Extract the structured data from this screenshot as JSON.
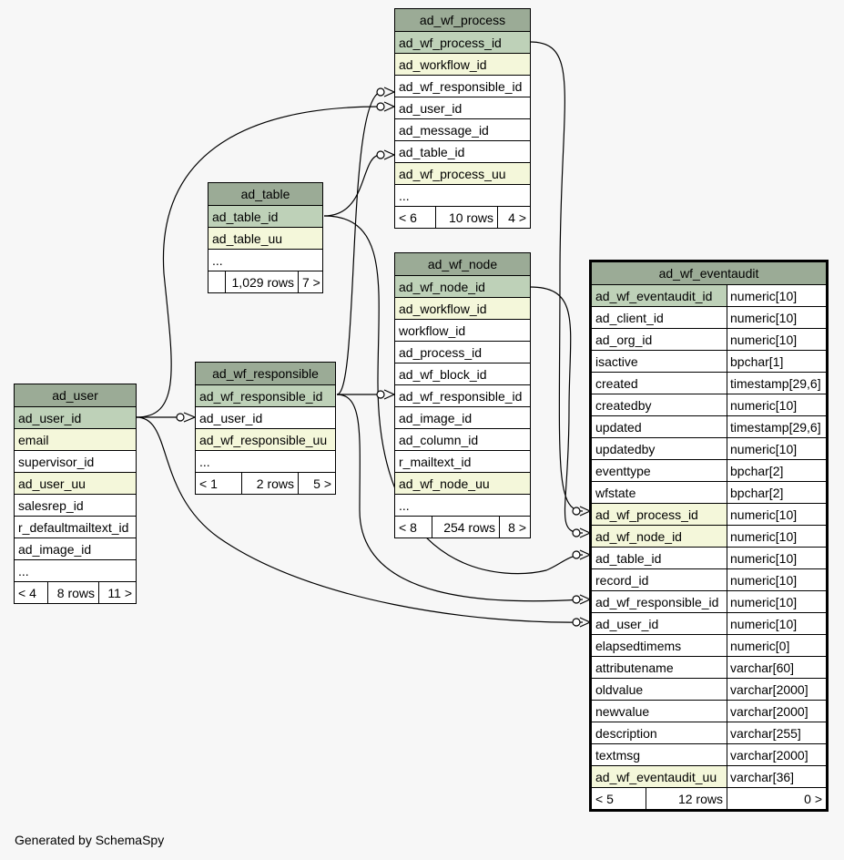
{
  "footer": "Generated by SchemaSpy",
  "tables": {
    "ad_wf_process": {
      "name": "ad_wf_process",
      "columns": [
        {
          "name": "ad_wf_process_id",
          "kind": "pk"
        },
        {
          "name": "ad_workflow_id",
          "kind": "idx"
        },
        {
          "name": "ad_wf_responsible_id",
          "kind": "plain"
        },
        {
          "name": "ad_user_id",
          "kind": "plain"
        },
        {
          "name": "ad_message_id",
          "kind": "plain"
        },
        {
          "name": "ad_table_id",
          "kind": "plain"
        },
        {
          "name": "ad_wf_process_uu",
          "kind": "idx"
        },
        {
          "name": "...",
          "kind": "plain"
        }
      ],
      "parents": "< 6",
      "rows": "10 rows",
      "children": "4 >"
    },
    "ad_table": {
      "name": "ad_table",
      "columns": [
        {
          "name": "ad_table_id",
          "kind": "pk"
        },
        {
          "name": "ad_table_uu",
          "kind": "idx"
        },
        {
          "name": "...",
          "kind": "plain"
        }
      ],
      "parents": "",
      "rows": "1,029 rows",
      "children": "7 >"
    },
    "ad_wf_node": {
      "name": "ad_wf_node",
      "columns": [
        {
          "name": "ad_wf_node_id",
          "kind": "pk"
        },
        {
          "name": "ad_workflow_id",
          "kind": "idx"
        },
        {
          "name": "workflow_id",
          "kind": "plain"
        },
        {
          "name": "ad_process_id",
          "kind": "plain"
        },
        {
          "name": "ad_wf_block_id",
          "kind": "plain"
        },
        {
          "name": "ad_wf_responsible_id",
          "kind": "plain"
        },
        {
          "name": "ad_image_id",
          "kind": "plain"
        },
        {
          "name": "ad_column_id",
          "kind": "plain"
        },
        {
          "name": "r_mailtext_id",
          "kind": "plain"
        },
        {
          "name": "ad_wf_node_uu",
          "kind": "idx"
        },
        {
          "name": "...",
          "kind": "plain"
        }
      ],
      "parents": "< 8",
      "rows": "254 rows",
      "children": "8 >"
    },
    "ad_wf_responsible": {
      "name": "ad_wf_responsible",
      "columns": [
        {
          "name": "ad_wf_responsible_id",
          "kind": "pk"
        },
        {
          "name": "ad_user_id",
          "kind": "plain"
        },
        {
          "name": "ad_wf_responsible_uu",
          "kind": "idx"
        },
        {
          "name": "...",
          "kind": "plain"
        }
      ],
      "parents": "< 1",
      "rows": "2 rows",
      "children": "5 >"
    },
    "ad_user": {
      "name": "ad_user",
      "columns": [
        {
          "name": "ad_user_id",
          "kind": "pk"
        },
        {
          "name": "email",
          "kind": "idx"
        },
        {
          "name": "supervisor_id",
          "kind": "plain"
        },
        {
          "name": "ad_user_uu",
          "kind": "idx"
        },
        {
          "name": "salesrep_id",
          "kind": "plain"
        },
        {
          "name": "r_defaultmailtext_id",
          "kind": "plain"
        },
        {
          "name": "ad_image_id",
          "kind": "plain"
        },
        {
          "name": "...",
          "kind": "plain"
        }
      ],
      "parents": "< 4",
      "rows": "8 rows",
      "children": "11 >"
    },
    "ad_wf_eventaudit": {
      "name": "ad_wf_eventaudit",
      "columns": [
        {
          "name": "ad_wf_eventaudit_id",
          "type": "numeric[10]",
          "kind": "pk"
        },
        {
          "name": "ad_client_id",
          "type": "numeric[10]",
          "kind": "plain"
        },
        {
          "name": "ad_org_id",
          "type": "numeric[10]",
          "kind": "plain"
        },
        {
          "name": "isactive",
          "type": "bpchar[1]",
          "kind": "plain"
        },
        {
          "name": "created",
          "type": "timestamp[29,6]",
          "kind": "plain"
        },
        {
          "name": "createdby",
          "type": "numeric[10]",
          "kind": "plain"
        },
        {
          "name": "updated",
          "type": "timestamp[29,6]",
          "kind": "plain"
        },
        {
          "name": "updatedby",
          "type": "numeric[10]",
          "kind": "plain"
        },
        {
          "name": "eventtype",
          "type": "bpchar[2]",
          "kind": "plain"
        },
        {
          "name": "wfstate",
          "type": "bpchar[2]",
          "kind": "plain"
        },
        {
          "name": "ad_wf_process_id",
          "type": "numeric[10]",
          "kind": "idx"
        },
        {
          "name": "ad_wf_node_id",
          "type": "numeric[10]",
          "kind": "idx"
        },
        {
          "name": "ad_table_id",
          "type": "numeric[10]",
          "kind": "plain"
        },
        {
          "name": "record_id",
          "type": "numeric[10]",
          "kind": "plain"
        },
        {
          "name": "ad_wf_responsible_id",
          "type": "numeric[10]",
          "kind": "plain"
        },
        {
          "name": "ad_user_id",
          "type": "numeric[10]",
          "kind": "plain"
        },
        {
          "name": "elapsedtimems",
          "type": "numeric[0]",
          "kind": "plain"
        },
        {
          "name": "attributename",
          "type": "varchar[60]",
          "kind": "plain"
        },
        {
          "name": "oldvalue",
          "type": "varchar[2000]",
          "kind": "plain"
        },
        {
          "name": "newvalue",
          "type": "varchar[2000]",
          "kind": "plain"
        },
        {
          "name": "description",
          "type": "varchar[255]",
          "kind": "plain"
        },
        {
          "name": "textmsg",
          "type": "varchar[2000]",
          "kind": "plain"
        },
        {
          "name": "ad_wf_eventaudit_uu",
          "type": "varchar[36]",
          "kind": "idx"
        }
      ],
      "parents": "< 5",
      "rows": "12 rows",
      "children": "0 >"
    }
  }
}
